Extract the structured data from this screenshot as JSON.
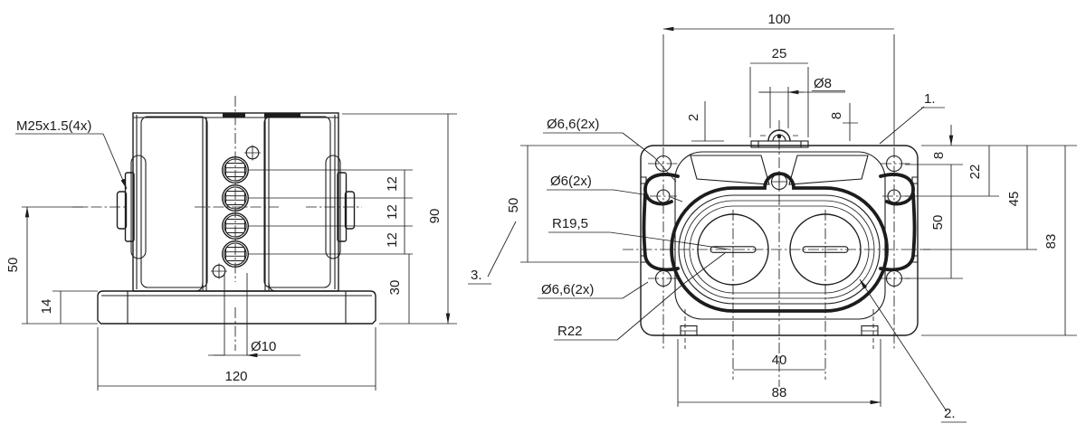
{
  "drawing": {
    "colors": {
      "line": "#1c1c1c",
      "background": "#ffffff"
    },
    "front_view": {
      "thread_label": "M25x1.5(4x)",
      "dims": {
        "center_height": "50",
        "base_height": "14",
        "terminal_pitch_1": "12",
        "terminal_pitch_2": "12",
        "terminal_pitch_3": "12",
        "bottom_offset": "30",
        "total_height": "90",
        "bottom_hole": "Ø10",
        "base_width": "120"
      }
    },
    "top_view": {
      "dims": {
        "mount_hole_pitch_h": "100",
        "plate_width": "25",
        "ground_screw": "Ø8",
        "lid_step": "2",
        "screw_height": "8",
        "ear_hole_offset": "8",
        "side_hole_offset": "22",
        "center_offset": "45",
        "mount_hole_pitch_v": "50",
        "body_height": "83",
        "left_span": "50",
        "gland_pitch": "40",
        "body_width": "88"
      },
      "labels": {
        "hole_top": "Ø6,6(2x)",
        "hole_side": "Ø6(2x)",
        "radius_inner": "R19,5",
        "hole_bottom": "Ø6,6(2x)",
        "radius_outer": "R22"
      },
      "notes": {
        "n1": "1.",
        "n2": "2.",
        "n3": "3."
      }
    }
  }
}
